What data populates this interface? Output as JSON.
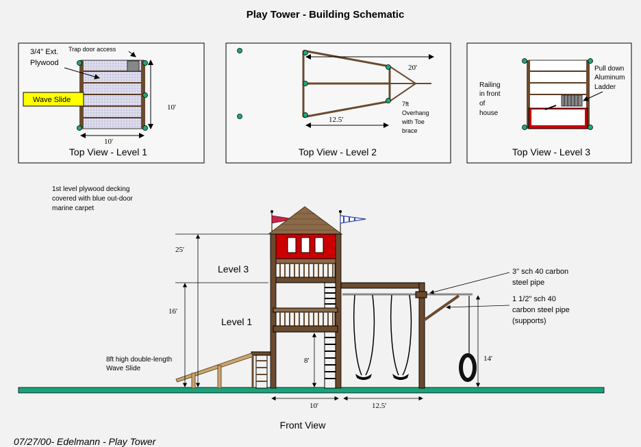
{
  "title": "Play Tower - Building Schematic",
  "panels": {
    "level1": {
      "caption": "Top View - Level 1",
      "plywood_line1": "3/4\" Ext.",
      "plywood_line2": "Plywood",
      "trapdoor": "Trap door access",
      "wave_slide": "Wave Slide",
      "dim_width": "10'",
      "dim_depth": "10'"
    },
    "level2": {
      "caption": "Top View - Level 2",
      "dim_20": "20'",
      "dim_125": "12.5'",
      "overhang_lines": [
        "7ft",
        "Overhang",
        "with Toe",
        "brace"
      ]
    },
    "level3": {
      "caption": "Top View - Level 3",
      "railing_lines": [
        "Railing",
        "in front",
        "of",
        "house"
      ],
      "ladder_lines": [
        "Pull down",
        "Aluminum",
        "Ladder"
      ]
    }
  },
  "front_view": {
    "caption": "Front View",
    "decking_note_lines": [
      "1st level plywood decking",
      "covered with blue out-door",
      "marine carpet"
    ],
    "level3": "Level 3",
    "level1": "Level 1",
    "dim_25": "25'",
    "dim_16": "16'",
    "dim_8": "8'",
    "dim_14": "14'",
    "dim_10": "10'",
    "dim_125": "12.5'",
    "slide_lines": [
      "8ft high double-length",
      "Wave Slide"
    ],
    "pipe3_lines": [
      "3\" sch 40 carbon",
      "steel pipe"
    ],
    "pipe15_lines": [
      "1 1/2\" sch 40",
      "carbon steel pipe",
      "(supports)"
    ]
  },
  "footer": "07/27/00- Edelmann - Play Tower",
  "colors": {
    "wood": "#6b4a2e",
    "roof": "#8a6a48",
    "house_red": "#cc0000",
    "ground": "#1aa37a",
    "post_dot": "#1aaa7a",
    "wave_slide_bg": "#ffff00",
    "deck_fill": "#d8d8ec"
  }
}
